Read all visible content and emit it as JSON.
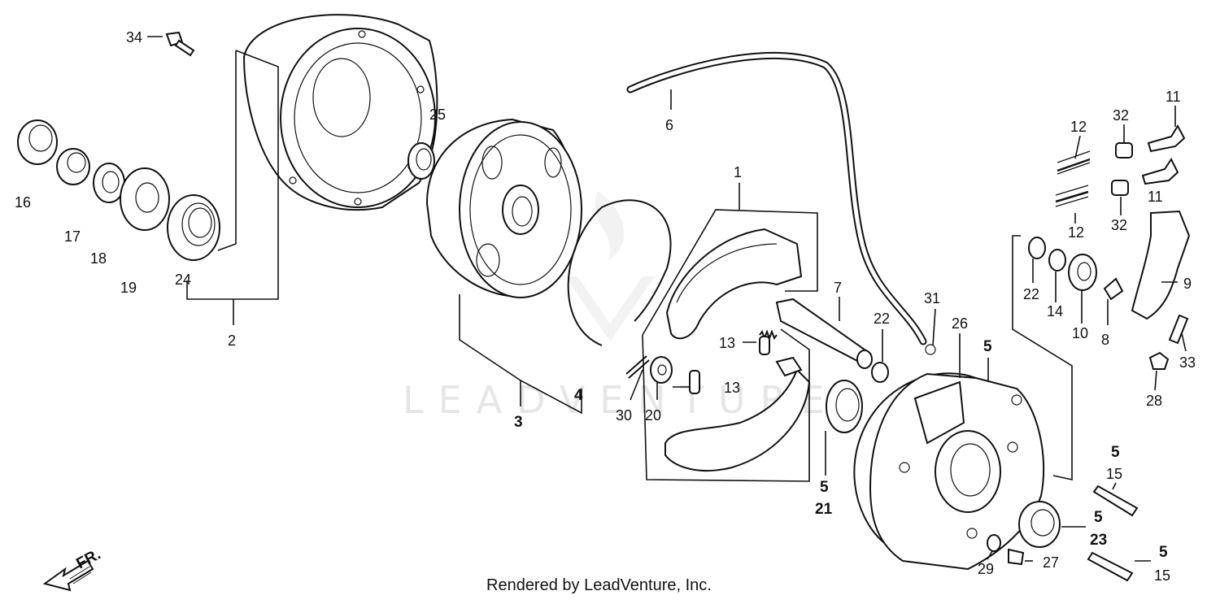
{
  "footer": {
    "credit": "Rendered by LeadVenture, Inc."
  },
  "watermark": {
    "text": "LEADVENTURE"
  },
  "direction_marker": {
    "text": "FR."
  },
  "callouts": [
    {
      "id": "c34",
      "text": "34"
    },
    {
      "id": "c16",
      "text": "16"
    },
    {
      "id": "c17",
      "text": "17"
    },
    {
      "id": "c18",
      "text": "18"
    },
    {
      "id": "c19",
      "text": "19"
    },
    {
      "id": "c24",
      "text": "24"
    },
    {
      "id": "c2",
      "text": "2"
    },
    {
      "id": "c25",
      "text": "25"
    },
    {
      "id": "c3",
      "text": "3"
    },
    {
      "id": "c4",
      "text": "4"
    },
    {
      "id": "c6",
      "text": "6"
    },
    {
      "id": "c1",
      "text": "1"
    },
    {
      "id": "c7",
      "text": "7"
    },
    {
      "id": "c13a",
      "text": "13"
    },
    {
      "id": "c13b",
      "text": "13"
    },
    {
      "id": "c30",
      "text": "30"
    },
    {
      "id": "c20",
      "text": "20"
    },
    {
      "id": "c22a",
      "text": "22"
    },
    {
      "id": "c31",
      "text": "31"
    },
    {
      "id": "c26",
      "text": "26"
    },
    {
      "id": "c5a",
      "text": "5"
    },
    {
      "id": "c5b",
      "text": "5"
    },
    {
      "id": "c21",
      "text": "21"
    },
    {
      "id": "c12a",
      "text": "12"
    },
    {
      "id": "c12b",
      "text": "12"
    },
    {
      "id": "c32a",
      "text": "32"
    },
    {
      "id": "c32b",
      "text": "32"
    },
    {
      "id": "c11a",
      "text": "11"
    },
    {
      "id": "c11b",
      "text": "11"
    },
    {
      "id": "c22b",
      "text": "22"
    },
    {
      "id": "c14",
      "text": "14"
    },
    {
      "id": "c10",
      "text": "10"
    },
    {
      "id": "c8",
      "text": "8"
    },
    {
      "id": "c9",
      "text": "9"
    },
    {
      "id": "c33",
      "text": "33"
    },
    {
      "id": "c28",
      "text": "28"
    },
    {
      "id": "c5c",
      "text": "5"
    },
    {
      "id": "c15a",
      "text": "15"
    },
    {
      "id": "c5d",
      "text": "5"
    },
    {
      "id": "c23",
      "text": "23"
    },
    {
      "id": "c29",
      "text": "29"
    },
    {
      "id": "c27",
      "text": "27"
    },
    {
      "id": "c5e",
      "text": "5"
    },
    {
      "id": "c15b",
      "text": "15"
    }
  ]
}
